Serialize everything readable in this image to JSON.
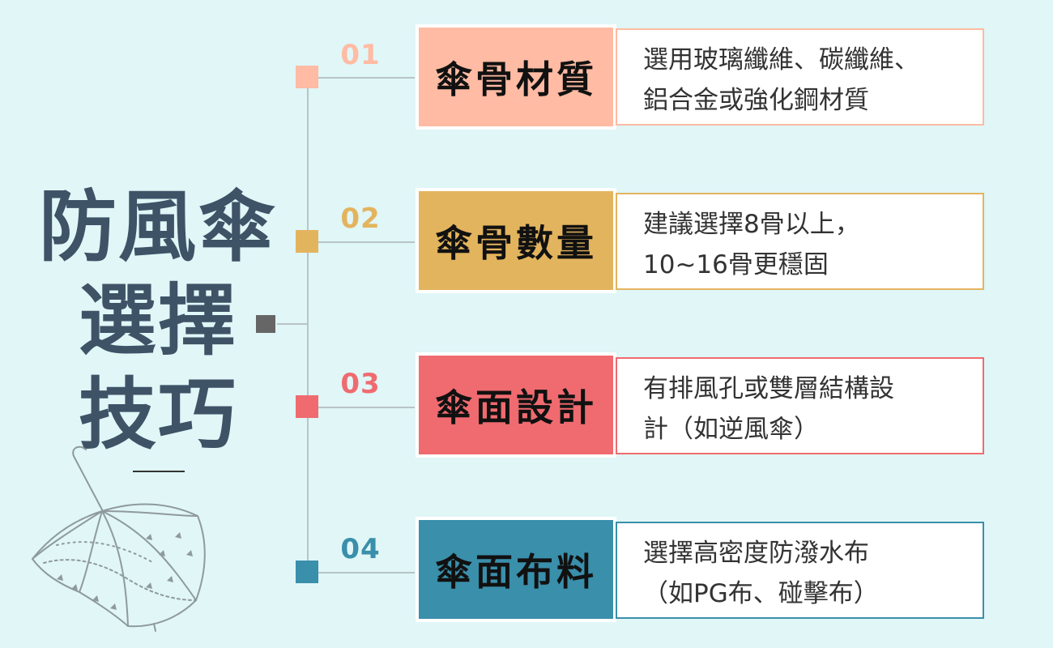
{
  "title": {
    "line1": "防風傘",
    "line2": "選擇",
    "line3": "技巧"
  },
  "items": [
    {
      "number": "01",
      "label": "傘骨材質",
      "desc1": "選用玻璃纖維、碳纖維、",
      "desc2": "鋁合金或強化鋼材質",
      "color": "#ffbba3",
      "accent": "#ffbba3"
    },
    {
      "number": "02",
      "label": "傘骨數量",
      "desc1": "建議選擇8骨以上，",
      "desc2": "10~16骨更穩固",
      "color": "#e3b45e",
      "accent": "#e3b45e"
    },
    {
      "number": "03",
      "label": "傘面設計",
      "desc1": "有排風孔或雙層結構設",
      "desc2": "計（如逆風傘）",
      "color": "#ef6b6f",
      "accent": "#ef6b6f"
    },
    {
      "number": "04",
      "label": "傘面布料",
      "desc1": "選擇高密度防潑水布",
      "desc2": "（如PG布、碰擊布）",
      "color": "#3a8fab",
      "accent": "#3a8fab"
    }
  ],
  "illustration": {
    "icon": "umbrella-sketch-icon"
  }
}
